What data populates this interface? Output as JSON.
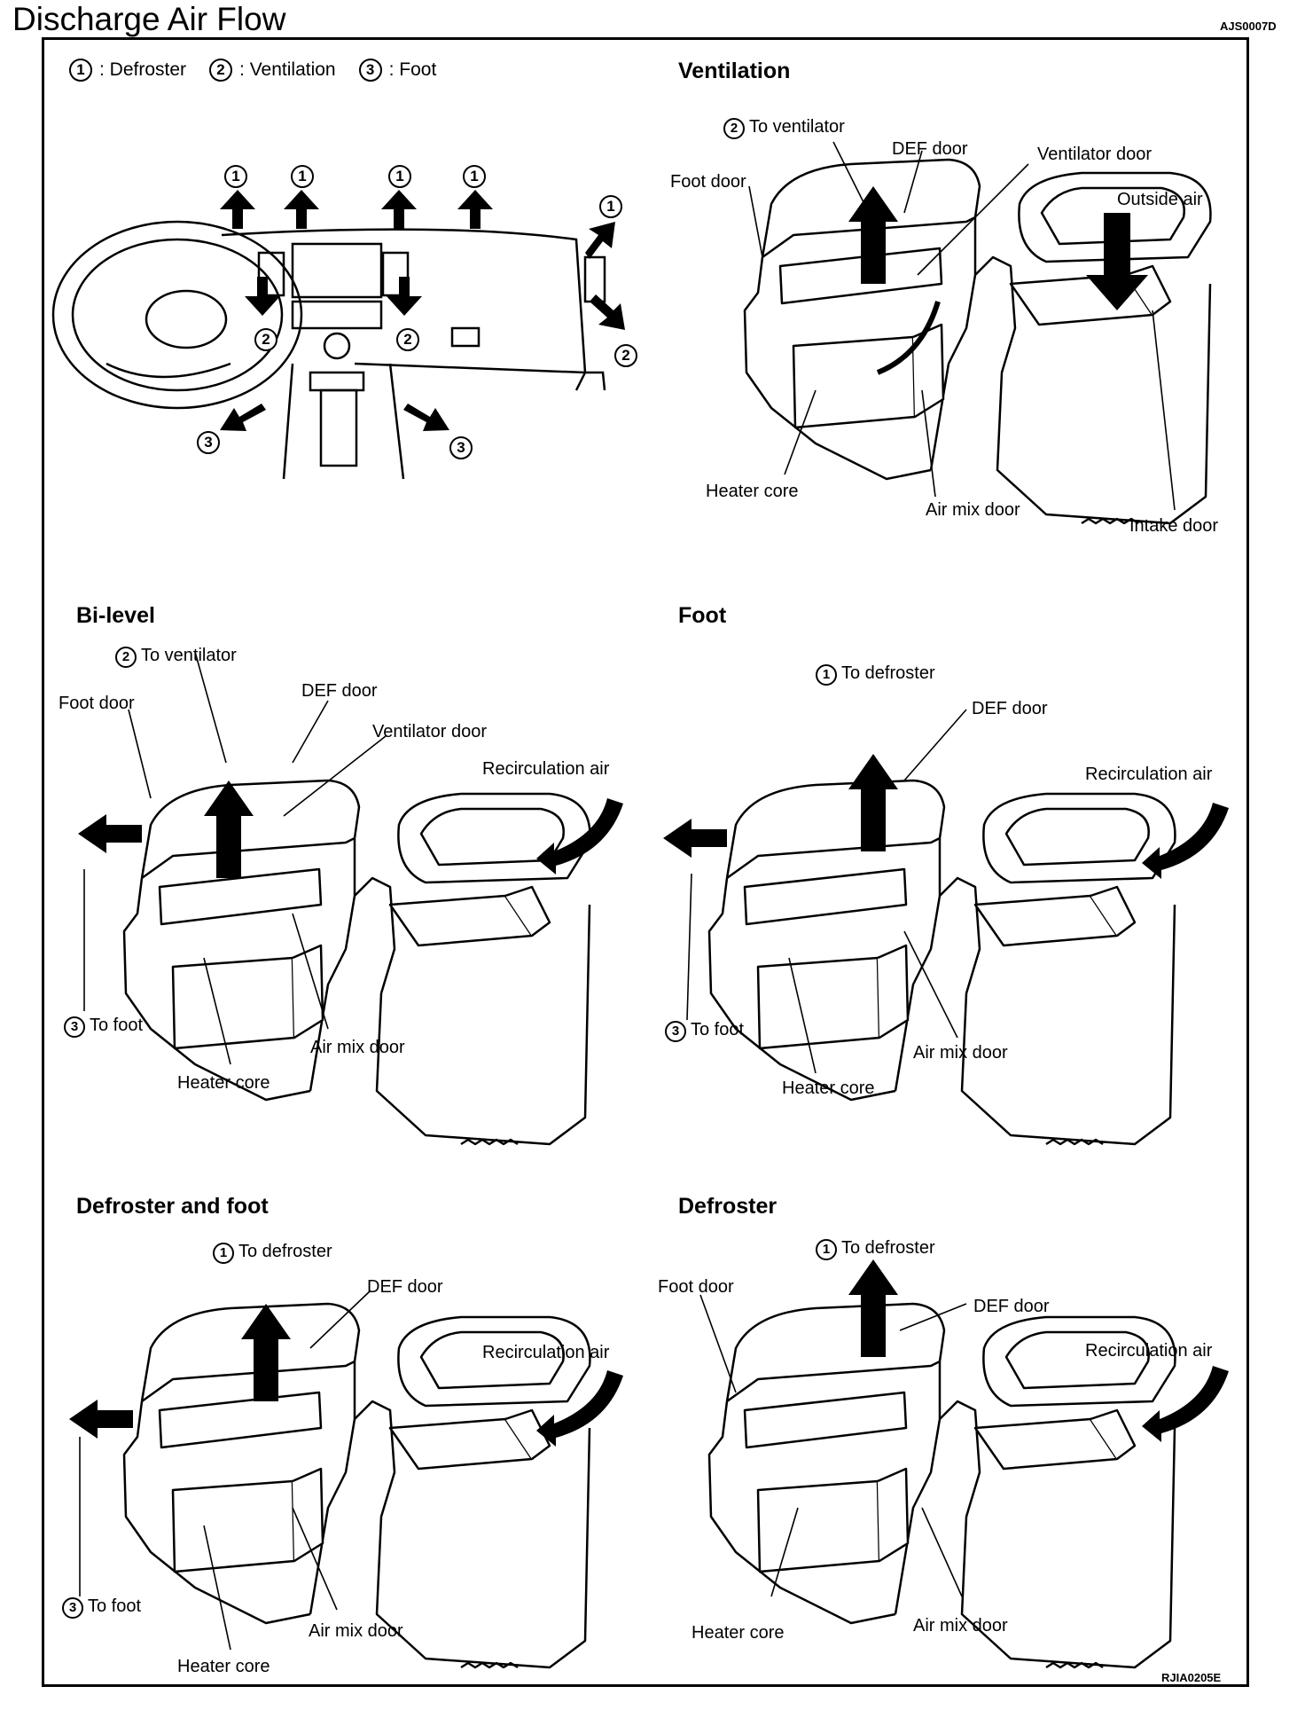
{
  "header": {
    "title": "Discharge Air Flow",
    "code": "AJS0007D"
  },
  "footer": {
    "code": "RJIA0205E"
  },
  "legend": [
    {
      "num": "1",
      "text": ": Defroster"
    },
    {
      "num": "2",
      "text": ": Ventilation"
    },
    {
      "num": "3",
      "text": ": Foot"
    }
  ],
  "dashboard": {
    "markers": [
      "1",
      "1",
      "1",
      "1",
      "1",
      "2",
      "2",
      "2",
      "3",
      "3"
    ]
  },
  "panels": {
    "ventilation": {
      "title": "Ventilation",
      "labels": {
        "to_ventilator_num": "2",
        "to_ventilator": "To ventilator",
        "def_door": "DEF door",
        "ventilator_door": "Ventilator door",
        "foot_door": "Foot door",
        "outside_air": "Outside air",
        "heater_core": "Heater core",
        "air_mix_door": "Air mix door",
        "intake_door": "Intake door"
      }
    },
    "bilevel": {
      "title": "Bi-level",
      "labels": {
        "to_ventilator_num": "2",
        "to_ventilator": "To ventilator",
        "foot_door": "Foot door",
        "def_door": "DEF door",
        "ventilator_door": "Ventilator door",
        "recirculation_air": "Recirculation air",
        "to_foot_num": "3",
        "to_foot": "To foot",
        "air_mix_door": "Air mix door",
        "heater_core": "Heater core"
      }
    },
    "foot": {
      "title": "Foot",
      "labels": {
        "to_defroster_num": "1",
        "to_defroster": "To defroster",
        "def_door": "DEF door",
        "recirculation_air": "Recirculation air",
        "to_foot_num": "3",
        "to_foot": "To foot",
        "air_mix_door": "Air mix door",
        "heater_core": "Heater core"
      }
    },
    "defroster_foot": {
      "title": "Defroster and foot",
      "labels": {
        "to_defroster_num": "1",
        "to_defroster": "To defroster",
        "def_door": "DEF door",
        "recirculation_air": "Recirculation air",
        "to_foot_num": "3",
        "to_foot": "To foot",
        "air_mix_door": "Air mix door",
        "heater_core": "Heater core"
      }
    },
    "defroster": {
      "title": "Defroster",
      "labels": {
        "to_defroster_num": "1",
        "to_defroster": "To defroster",
        "foot_door": "Foot door",
        "def_door": "DEF door",
        "recirculation_air": "Recirculation air",
        "heater_core": "Heater core",
        "air_mix_door": "Air mix door"
      }
    }
  }
}
